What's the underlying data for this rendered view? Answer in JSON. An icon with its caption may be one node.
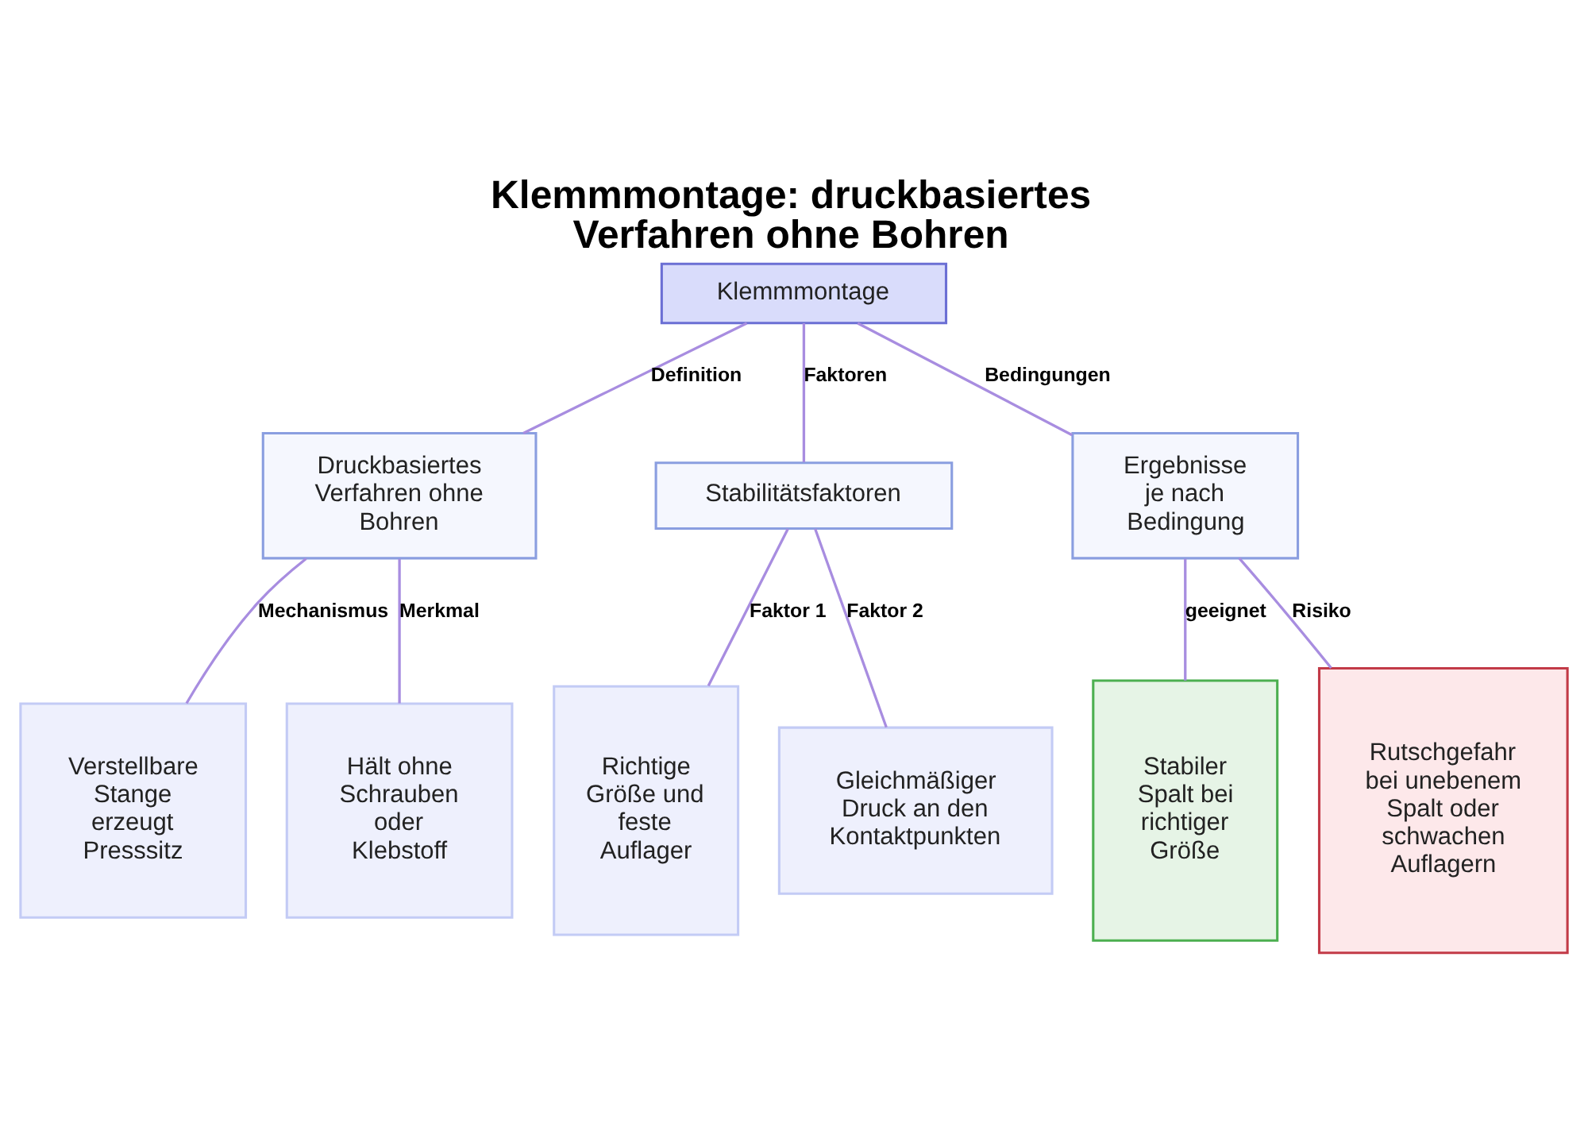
{
  "diagram": {
    "title": "Klemmmontage: druckbasiertes Verfahren ohne Bohren",
    "nodes": [
      {
        "text": [
          "Klemmmontage"
        ]
      },
      {
        "text": [
          "Druckbasiertes Verfahren ohne Bohren"
        ]
      },
      {
        "text": [
          "Stabilitätsfaktoren"
        ]
      },
      {
        "text": [
          "Ergebnisse je nach Bedingung"
        ]
      },
      {
        "text": [
          "Verstellbare Stange erzeugt Presssitz"
        ]
      },
      {
        "text": [
          "Hält ohne Schrauben oder Klebstoff"
        ]
      },
      {
        "text": [
          "Richtige Größe und feste Auflager"
        ]
      },
      {
        "text": [
          "Gleichmäßiger Druck an den Kontaktpunkten"
        ]
      },
      {
        "text": [
          "Stabiler Spalt bei richtiger Größe"
        ]
      },
      {
        "text": [
          "Rutschgefahr bei unebenem Spalt oder schwachen Auflagern"
        ]
      }
    ],
    "edges": [
      {
        "from": 0,
        "to": 1,
        "arrow": "none",
        "label": "Definition"
      },
      {
        "from": 0,
        "to": 2,
        "arrow": "none",
        "label": "Faktoren"
      },
      {
        "from": 0,
        "to": 3,
        "arrow": "none",
        "label": "Bedingungen"
      },
      {
        "from": 1,
        "to": 4,
        "arrow": "none",
        "label": "Mechanismus"
      },
      {
        "from": 1,
        "to": 5,
        "arrow": "none",
        "label": "Merkmal"
      },
      {
        "from": 2,
        "to": 6,
        "arrow": "none",
        "label": "Faktor 1"
      },
      {
        "from": 2,
        "to": 7,
        "arrow": "none",
        "label": "Faktor 2"
      },
      {
        "from": 3,
        "to": 8,
        "arrow": "none",
        "label": "geeignet"
      },
      {
        "from": 3,
        "to": 9,
        "arrow": "none",
        "label": "Risiko"
      }
    ]
  }
}
